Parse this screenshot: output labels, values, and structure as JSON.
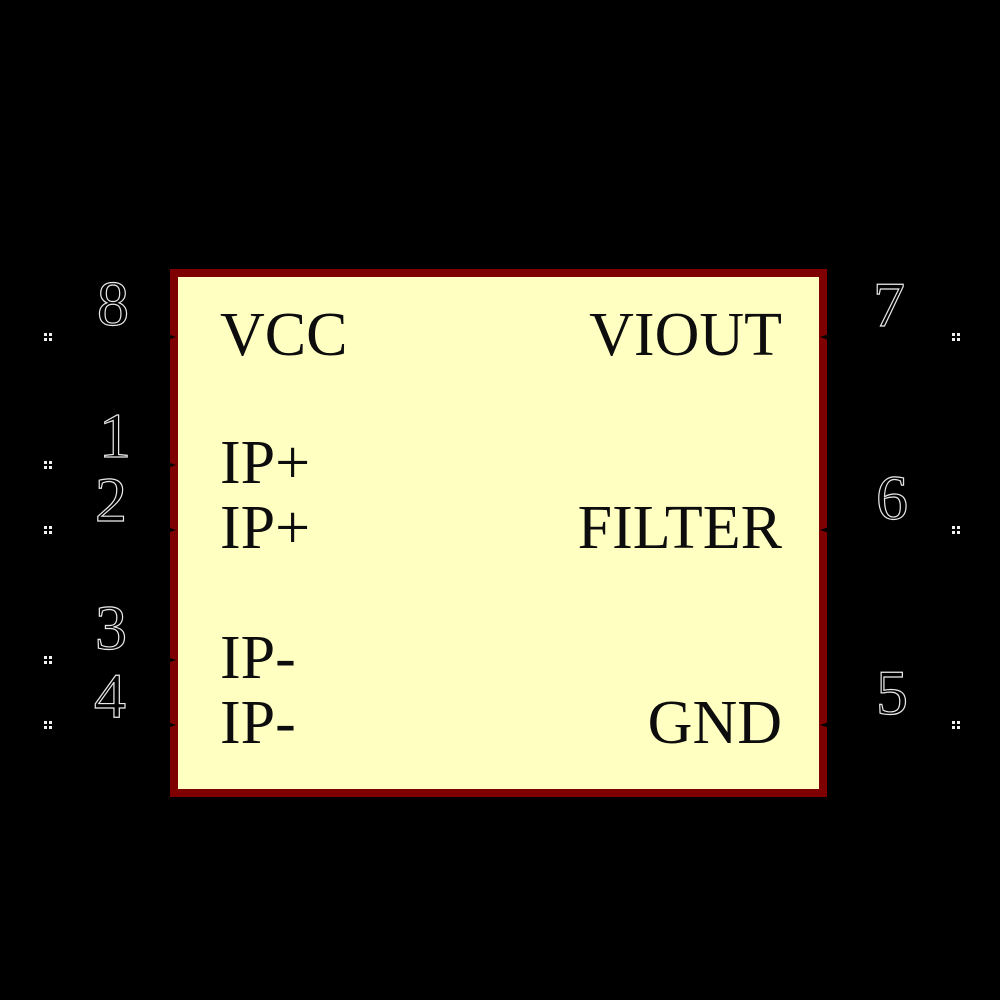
{
  "colors": {
    "background": "#000000",
    "body_fill": "#FFFFC2",
    "body_border": "#7E0000",
    "pin_label_text": "#0D0D0D",
    "pin_number_fill": "#000000",
    "pin_number_outline": "#E8E8E8",
    "pin_endpoint_dots": "#F0F0F0"
  },
  "component": {
    "pins": [
      {
        "number": "8",
        "name": "VCC",
        "side": "left"
      },
      {
        "number": "1",
        "name": "IP+",
        "side": "left"
      },
      {
        "number": "2",
        "name": "IP+",
        "side": "left"
      },
      {
        "number": "3",
        "name": "IP-",
        "side": "left"
      },
      {
        "number": "4",
        "name": "IP-",
        "side": "left"
      },
      {
        "number": "7",
        "name": "VIOUT",
        "side": "right"
      },
      {
        "number": "6",
        "name": "FILTER",
        "side": "right"
      },
      {
        "number": "5",
        "name": "GND",
        "side": "right"
      }
    ]
  }
}
